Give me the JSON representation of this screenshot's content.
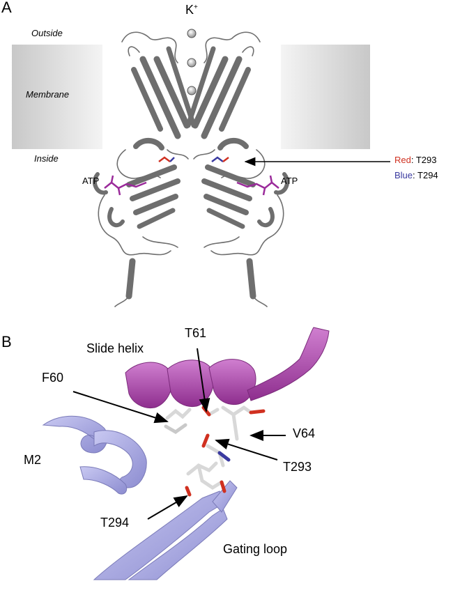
{
  "panel_a": {
    "letter": "A",
    "ion_label": "K",
    "ion_sup": "+",
    "outside_label": "Outside",
    "membrane_label": "Membrane",
    "inside_label": "Inside",
    "atp_left": "ATP",
    "atp_right": "ATP",
    "legend": {
      "red_word": "Red",
      "red_residue": ": T293",
      "blue_word": "Blue",
      "blue_residue": ": T294"
    }
  },
  "panel_b": {
    "letter": "B",
    "slide_helix": "Slide helix",
    "t61": "T61",
    "f60": "F60",
    "m2": "M2",
    "v64": "V64",
    "t293": "T293",
    "t294": "T294",
    "gating_loop": "Gating loop"
  },
  "colors": {
    "protein": "#7a7a7a",
    "red": "#d03020",
    "blue": "#3a3aa0",
    "atp": "#9a2a9a",
    "helix_magenta": "#b24fb2",
    "lavender": "#a9a9e0"
  }
}
